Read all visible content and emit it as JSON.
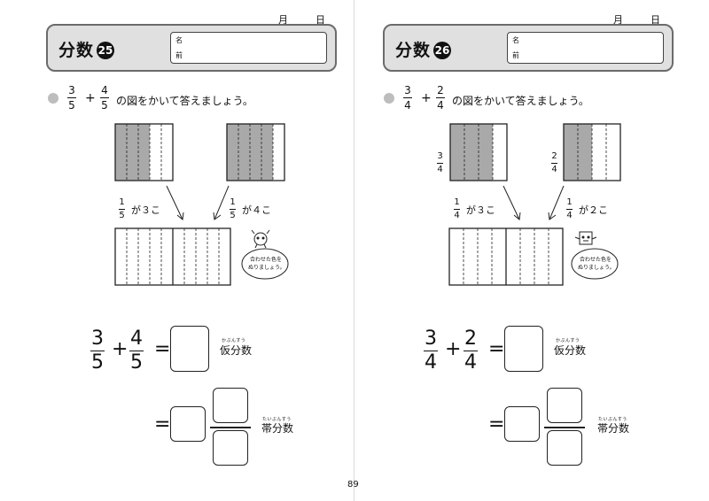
{
  "page_number": "89",
  "pages": [
    {
      "date_month": "月",
      "date_day": "日",
      "title": "分数",
      "title_number": "25",
      "name_label_1": "名",
      "name_label_2": "前",
      "question": {
        "a_num": "3",
        "a_den": "5",
        "plus": "+",
        "b_num": "4",
        "b_den": "5",
        "text": "の図をかいて答えましょう。"
      },
      "bar_a_shaded": 3,
      "bar_b_shaded": 4,
      "bar_divisions": 5,
      "unit_hint_a": {
        "num": "1",
        "den": "5",
        "text": "が３こ"
      },
      "unit_hint_b": {
        "num": "1",
        "den": "5",
        "text": "が４こ"
      },
      "speech": "合わせた色を\nぬりましょう。",
      "equation": {
        "a_num": "3",
        "a_den": "5",
        "plus": "+",
        "b_num": "4",
        "b_den": "5",
        "equals_1": "=",
        "equals_2": "=",
        "improper_ruby": "かぶんすう",
        "improper_label": "仮分数",
        "mixed_ruby": "たいぶんすう",
        "mixed_label": "帯分数"
      }
    },
    {
      "date_month": "月",
      "date_day": "日",
      "title": "分数",
      "title_number": "26",
      "name_label_1": "名",
      "name_label_2": "前",
      "question": {
        "a_num": "3",
        "a_den": "4",
        "plus": "+",
        "b_num": "2",
        "b_den": "4",
        "text": "の図をかいて答えましょう。"
      },
      "bar_a_shaded": 3,
      "bar_b_shaded": 2,
      "bar_divisions": 4,
      "side_label_a": {
        "num": "3",
        "den": "4"
      },
      "side_label_b": {
        "num": "2",
        "den": "4"
      },
      "unit_hint_a": {
        "num": "1",
        "den": "4",
        "text": "が３こ"
      },
      "unit_hint_b": {
        "num": "1",
        "den": "4",
        "text": "が２こ"
      },
      "speech": "合わせた色を\nぬりましょう。",
      "equation": {
        "a_num": "3",
        "a_den": "4",
        "plus": "+",
        "b_num": "2",
        "b_den": "4",
        "equals_1": "=",
        "equals_2": "=",
        "improper_ruby": "かぶんすう",
        "improper_label": "仮分数",
        "mixed_ruby": "たいぶんすう",
        "mixed_label": "帯分数"
      }
    }
  ],
  "colors": {
    "shade": "#a9a9a9",
    "header_bg": "#e0e0e0",
    "dot": "#bdbdbd"
  }
}
